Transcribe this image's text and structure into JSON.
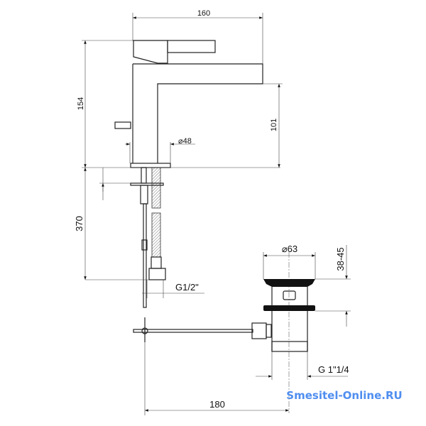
{
  "dimensions": {
    "width_faucet": "160",
    "height_faucet": "154",
    "spout_height": "101",
    "base_diameter": "⌀48",
    "hose_length": "370",
    "hose_thread": "G1/2\"",
    "waste_diameter": "⌀63",
    "waste_height": "38-45",
    "waste_thread": "G 1\"1/4",
    "rod_length": "180"
  },
  "watermark": "Smesitel-Online.RU",
  "colors": {
    "line": "#222222",
    "watermark": "#4f8ef0"
  }
}
